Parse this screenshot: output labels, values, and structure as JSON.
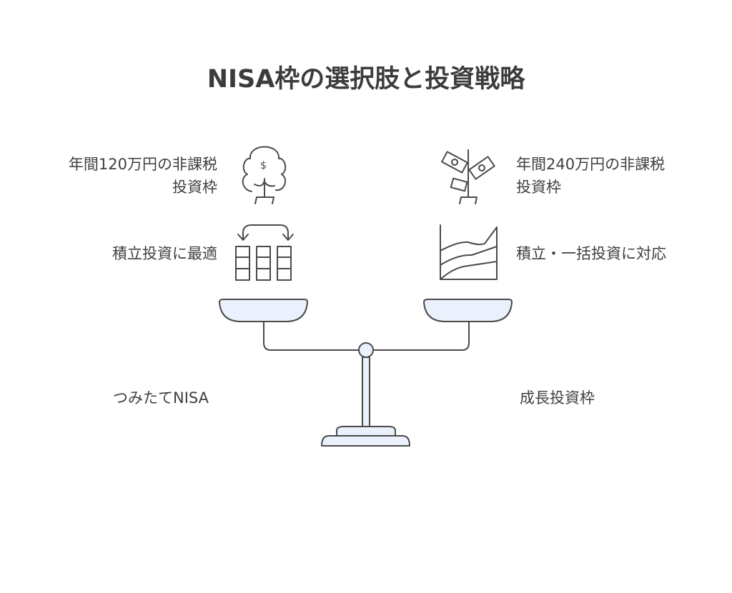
{
  "title": "NISA枠の選択肢と投資戦略",
  "left": {
    "name": "つみたてNISA",
    "limit_line1": "年間120万円の非課税",
    "limit_line2": "投資枠",
    "strategy": "積立投資に最適"
  },
  "right": {
    "name": "成長投資枠",
    "limit_line1": "年間240万円の非課税",
    "limit_line2": "投資枠",
    "strategy": "積立・一括投資に対応"
  },
  "colors": {
    "stroke": "#4a4a4a",
    "fill": "#eaf1fd",
    "text": "#3f3f3f"
  }
}
